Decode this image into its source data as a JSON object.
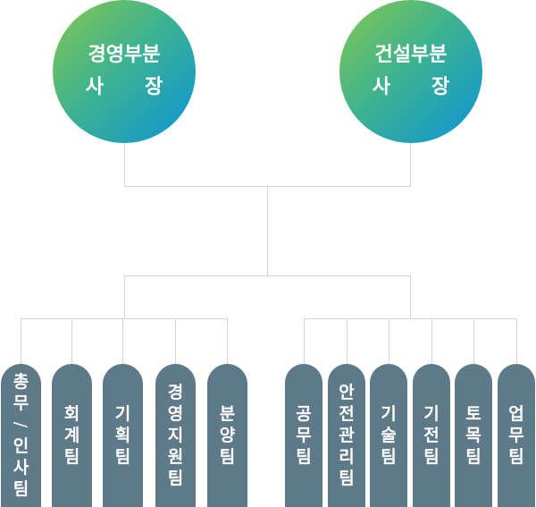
{
  "executives": [
    {
      "line1": "경영부분",
      "line2": "사      장"
    },
    {
      "line1": "건설부분",
      "line2": "사      장"
    }
  ],
  "teams": [
    "총무/인사팀",
    "회계팀",
    "기획팀",
    "경영지원팀",
    "분양팀",
    "공무팀",
    "안전관리팀",
    "기술팀",
    "기전팀",
    "토목팀",
    "업무팀"
  ],
  "colors": {
    "exec_gradient_start": "#86c84f",
    "exec_gradient_end": "#0b94d8",
    "team_fill": "#5e7a89",
    "connector": "#d4d4d4"
  }
}
